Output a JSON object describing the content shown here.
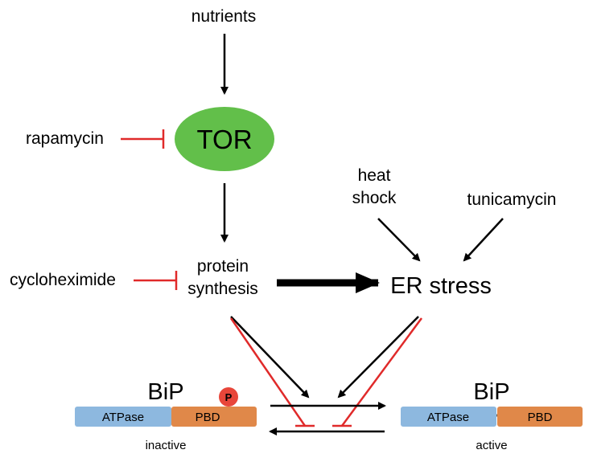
{
  "nodes": {
    "nutrients": "nutrients",
    "tor": "TOR",
    "rapamycin": "rapamycin",
    "protein_synthesis_line1": "protein",
    "protein_synthesis_line2": "synthesis",
    "cycloheximide": "cycloheximide",
    "heat_shock_line1": "heat",
    "heat_shock_line2": "shock",
    "tunicamycin": "tunicamycin",
    "er_stress": "ER stress"
  },
  "bip_inactive": {
    "title": "BiP",
    "atpase": "ATPase",
    "pbd": "PBD",
    "phospho": "P",
    "state": "inactive"
  },
  "bip_active": {
    "title": "BiP",
    "atpase": "ATPase",
    "pbd": "PBD",
    "state": "active"
  },
  "colors": {
    "tor_fill": "#62bf4a",
    "atpase_fill": "#8db8df",
    "pbd_fill": "#e08849",
    "phospho_fill": "#e8463a",
    "inhibit": "#e02a2a",
    "arrow": "#000000",
    "linker": "#666666"
  }
}
